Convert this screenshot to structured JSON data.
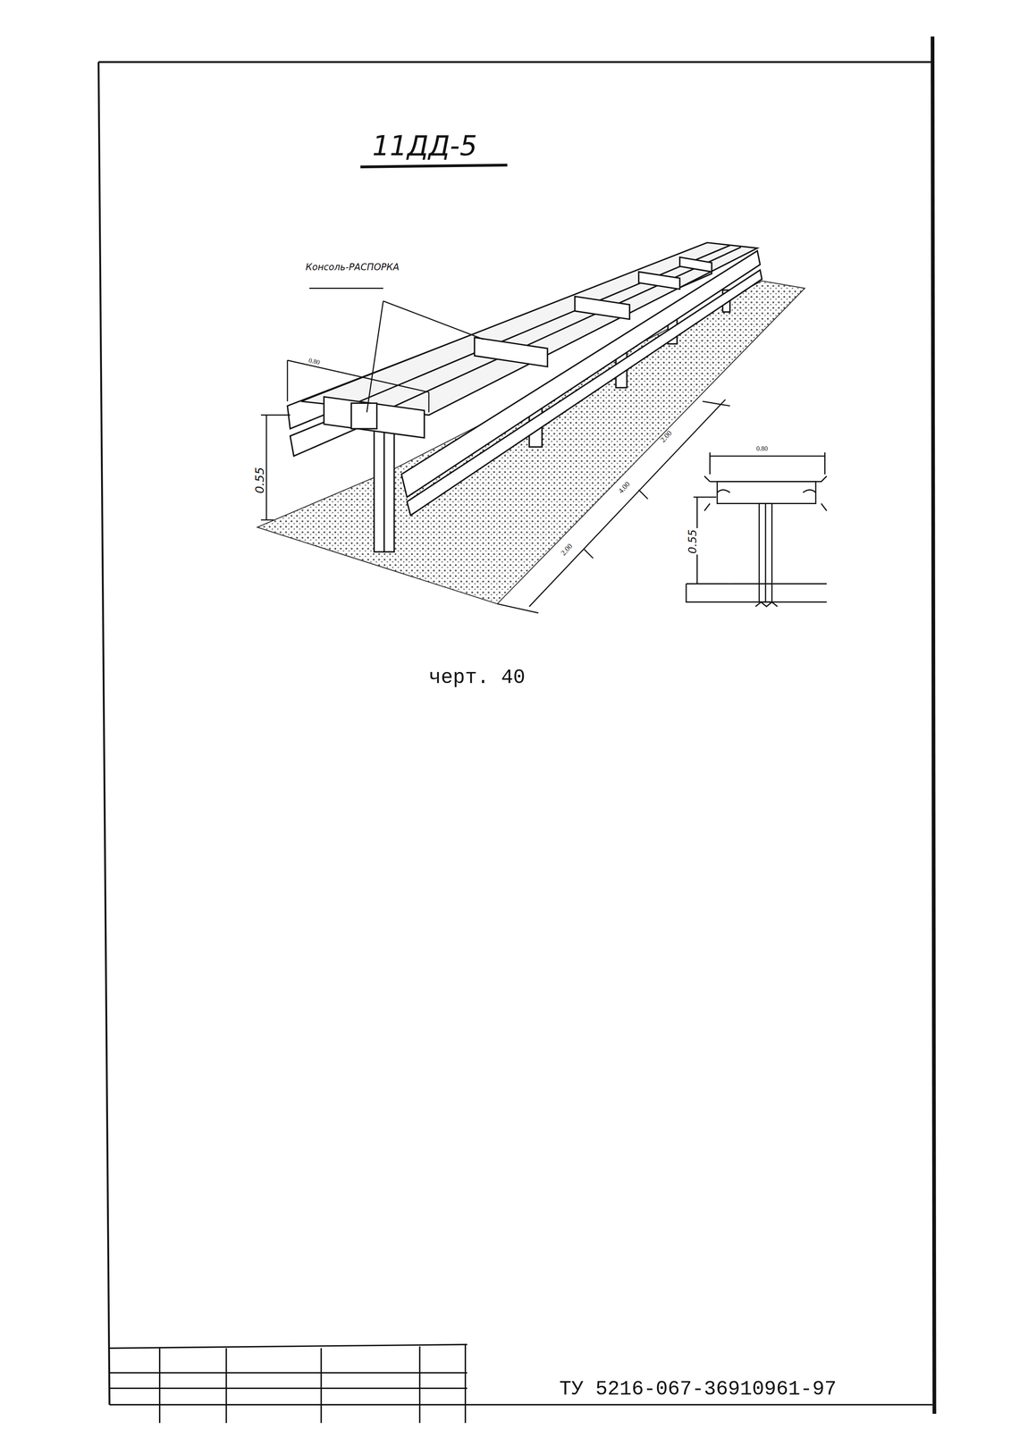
{
  "diagram": {
    "title": "11ДД-5",
    "caption": "черт. 40",
    "labels": [
      "Консоль-РАСПОРКА",
      "0.80",
      "0.55",
      "2.00",
      "4.00",
      "2.00",
      "0.80",
      "0.55",
      "ТУ 5216-067-36910961-97"
    ]
  }
}
